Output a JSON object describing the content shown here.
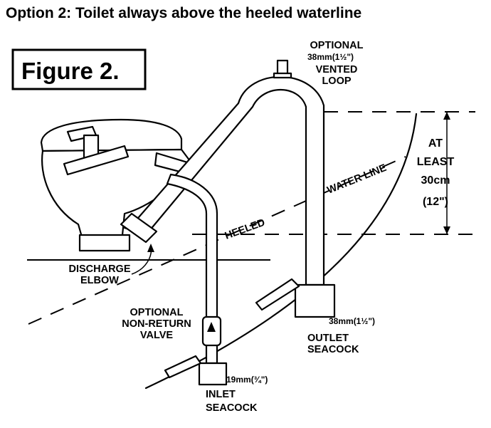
{
  "title": "Option 2: Toilet always above the heeled waterline",
  "figure_label": "Figure 2.",
  "labels": {
    "optional_loop_1": "OPTIONAL",
    "optional_loop_2": "38mm(1½\")",
    "optional_loop_3": "VENTED",
    "optional_loop_4": "LOOP",
    "at_least_1": "AT",
    "at_least_2": "LEAST",
    "at_least_3": "30cm",
    "at_least_4": "(12\")",
    "water_line": "WATER LINE",
    "heeled": "HEELED",
    "discharge_1": "DISCHARGE",
    "discharge_2": "ELBOW",
    "valve_1": "OPTIONAL",
    "valve_2": "NON-RETURN",
    "valve_3": "VALVE",
    "outlet_size": "38mm(1½\")",
    "outlet_1": "OUTLET",
    "outlet_2": "SEACOCK",
    "inlet_size": "19mm(¾\")",
    "inlet_1": "INLET",
    "inlet_2": "SEACOCK"
  },
  "colors": {
    "ink": "#000000",
    "paper": "#ffffff"
  }
}
